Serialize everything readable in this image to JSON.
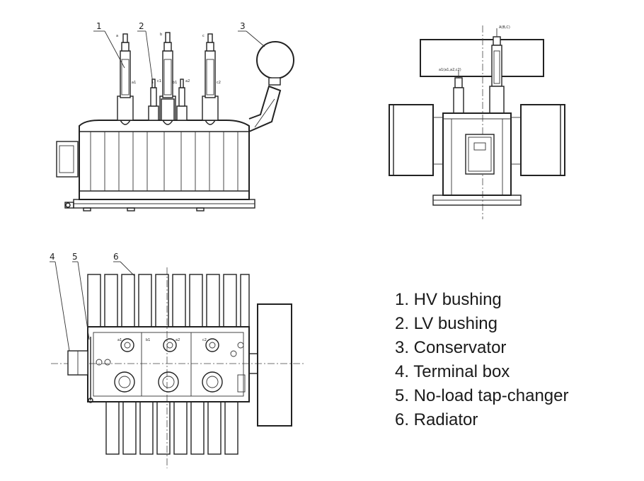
{
  "front_view": {
    "callouts": [
      "1",
      "2",
      "3"
    ],
    "bushing_marks": [
      "a",
      "b",
      "c",
      "a1",
      "b1",
      "c1",
      "a2",
      "c2"
    ]
  },
  "side_view": {
    "callouts": [
      "A(B,C)",
      "a1(a1,a2,c2)"
    ]
  },
  "top_view": {
    "callouts": [
      "4",
      "5",
      "6"
    ],
    "bushing_marks": [
      "a1",
      "b1",
      "a2",
      "c2"
    ]
  },
  "legend": [
    "1. HV bushing",
    "2. LV bushing",
    "3. Conservator",
    "4. Terminal box",
    "5. No-load tap-changer",
    "6. Radiator"
  ]
}
